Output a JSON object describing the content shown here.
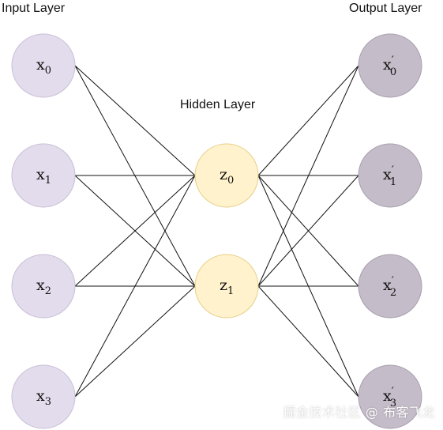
{
  "labels": {
    "input_layer": "Input Layer",
    "hidden_layer": "Hidden Layer",
    "output_layer": "Output Layer"
  },
  "nodes": {
    "input": [
      {
        "base": "x",
        "sub": "0",
        "prime": false
      },
      {
        "base": "x",
        "sub": "1",
        "prime": false
      },
      {
        "base": "x",
        "sub": "2",
        "prime": false
      },
      {
        "base": "x",
        "sub": "3",
        "prime": false
      }
    ],
    "hidden": [
      {
        "base": "z",
        "sub": "0",
        "prime": false
      },
      {
        "base": "z",
        "sub": "1",
        "prime": false
      }
    ],
    "output": [
      {
        "base": "x",
        "sub": "0",
        "prime": true
      },
      {
        "base": "x",
        "sub": "1",
        "prime": true
      },
      {
        "base": "x",
        "sub": "2",
        "prime": true
      },
      {
        "base": "x",
        "sub": "3",
        "prime": true
      }
    ]
  },
  "colors": {
    "input_fill": "#e3dcec",
    "input_stroke": "#c9bfd6",
    "hidden_fill": "#fff2cc",
    "hidden_stroke": "#e6d08a",
    "output_fill": "#c4bcc8",
    "output_stroke": "#a79fae",
    "edge": "#111111"
  },
  "watermark": "掘金技术社区 @ 布客飞龙"
}
